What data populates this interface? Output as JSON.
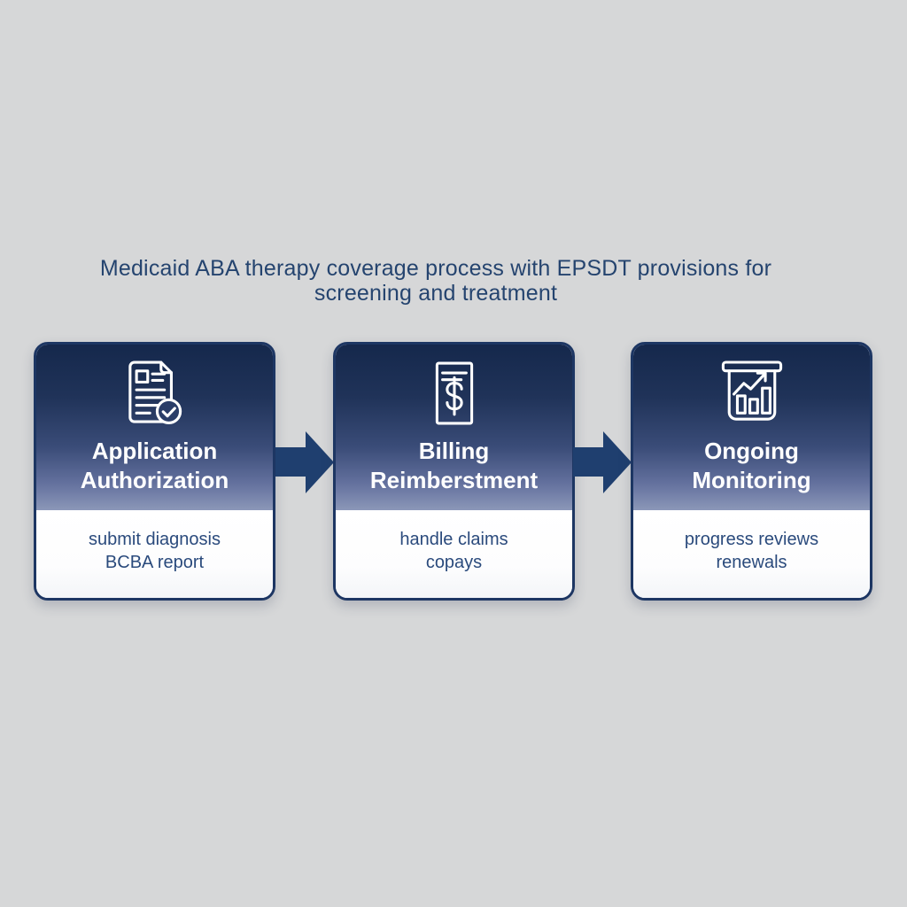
{
  "diagram": {
    "title_line1": "Medicaid ABA therapy coverage process with EPSDT provisions for",
    "title_line2": "screening and treatment"
  },
  "steps": [
    {
      "icon": "document-check-icon",
      "title_line1": "Application",
      "title_line2": "Authorization",
      "subtitle_line1": "submit diagnosis",
      "subtitle_line2": "BCBA report"
    },
    {
      "icon": "billing-dollar-icon",
      "title_line1": "Billing",
      "title_line2": "Reimberstment",
      "subtitle_line1": "handle claims",
      "subtitle_line2": "copays"
    },
    {
      "icon": "presentation-chart-icon",
      "title_line1": "Ongoing",
      "title_line2": "Monitoring",
      "subtitle_line1": "progress reviews",
      "subtitle_line2": "renewals"
    }
  ],
  "connectors": [
    {
      "name": "arrow-1",
      "direction": "right"
    },
    {
      "name": "arrow-2",
      "direction": "right"
    }
  ],
  "colors": {
    "background": "#d6d7d8",
    "card_border": "#1d3663",
    "card_gradient_top": "#15284c",
    "card_gradient_bottom": "#8b97b8",
    "card_bottom_bg": "#ffffff",
    "heading_text": "#ffffff",
    "subtitle_text": "#2a4a7c",
    "title_text": "#25446f",
    "arrow_fill": "#1f3f6f",
    "icon_stroke": "#ffffff"
  }
}
